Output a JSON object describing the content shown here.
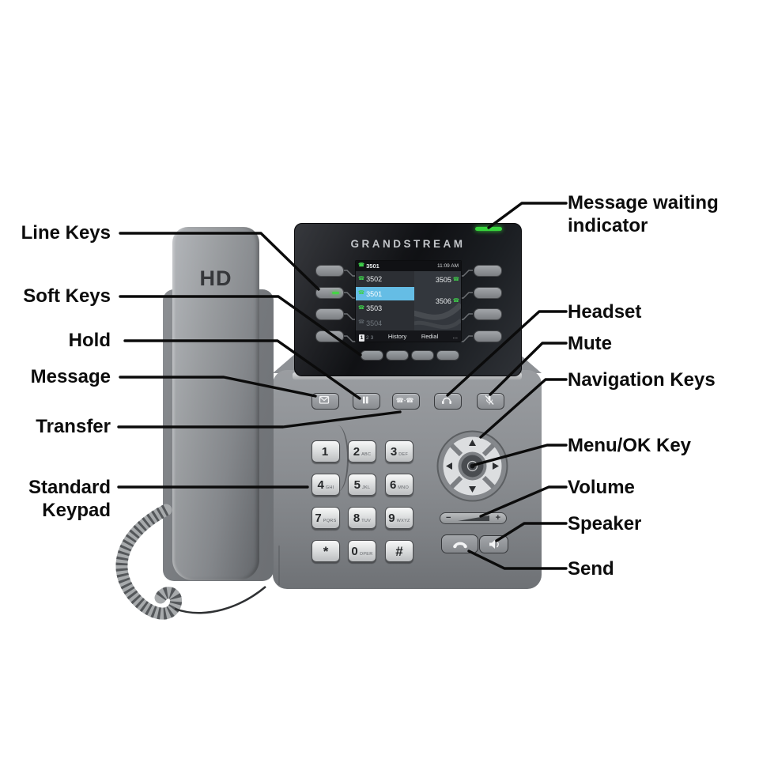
{
  "brand": "GRANDSTREAM",
  "handset_badge": "HD",
  "labels": {
    "line_keys": "Line Keys",
    "soft_keys": "Soft Keys",
    "hold": "Hold",
    "message": "Message",
    "transfer": "Transfer",
    "standard_keypad_line1": "Standard",
    "standard_keypad_line2": "Keypad",
    "message_waiting_line1": "Message waiting",
    "message_waiting_line2": "indicator",
    "headset": "Headset",
    "mute": "Mute",
    "navigation_keys": "Navigation Keys",
    "menu_ok": "Menu/OK Key",
    "volume": "Volume",
    "speaker": "Speaker",
    "send": "Send"
  },
  "screen": {
    "account": "3501",
    "time": "11:09 AM",
    "left_lines": [
      {
        "number": "3502",
        "state": "idle"
      },
      {
        "number": "3501",
        "state": "active"
      },
      {
        "number": "3503",
        "state": "idle"
      },
      {
        "number": "3504",
        "state": "inactive"
      }
    ],
    "right_lines": [
      "3505",
      "3506"
    ],
    "softkey_bar": {
      "pages": [
        "1",
        "2",
        "3"
      ],
      "items": [
        "History",
        "Redial",
        "..."
      ]
    }
  },
  "keypad": [
    {
      "digit": "1",
      "letters": ""
    },
    {
      "digit": "2",
      "letters": "ABC"
    },
    {
      "digit": "3",
      "letters": "DEF"
    },
    {
      "digit": "4",
      "letters": "GHI"
    },
    {
      "digit": "5",
      "letters": "JKL"
    },
    {
      "digit": "6",
      "letters": "MNO"
    },
    {
      "digit": "7",
      "letters": "PQRS"
    },
    {
      "digit": "8",
      "letters": "TUV"
    },
    {
      "digit": "9",
      "letters": "WXYZ"
    },
    {
      "digit": "*",
      "letters": ""
    },
    {
      "digit": "0",
      "letters": "OPER"
    },
    {
      "digit": "#",
      "letters": ""
    }
  ],
  "volume_keys": {
    "minus": "−",
    "plus": "+"
  },
  "icons": {
    "phone": "☎",
    "transfer": "☎-☎"
  },
  "colors": {
    "led_green": "#37d23c",
    "active_line_bg": "#65bde5",
    "label_text": "#0c0c0c"
  }
}
